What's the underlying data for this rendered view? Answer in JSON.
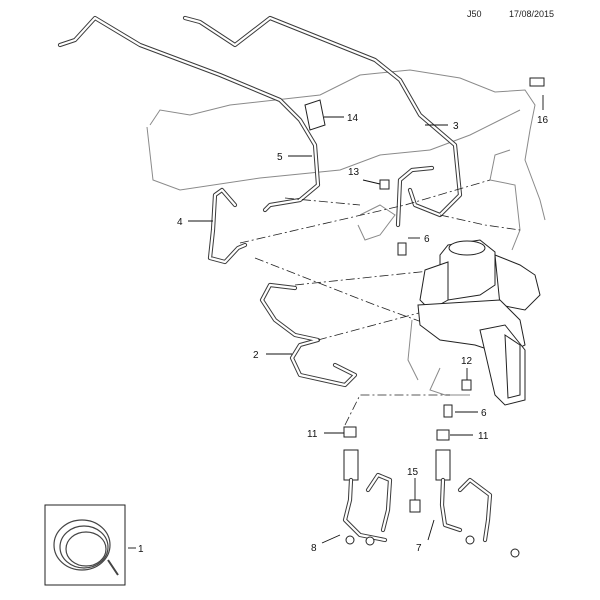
{
  "header": {
    "code": "J50",
    "date": "17/08/2015"
  },
  "callouts": {
    "c1": "1",
    "c2": "2",
    "c3": "3",
    "c4": "4",
    "c5": "5",
    "c6a": "6",
    "c6b": "6",
    "c7": "7",
    "c8": "8",
    "c11a": "11",
    "c11b": "11",
    "c12": "12",
    "c13": "13",
    "c14": "14",
    "c15": "15",
    "c16": "16"
  }
}
